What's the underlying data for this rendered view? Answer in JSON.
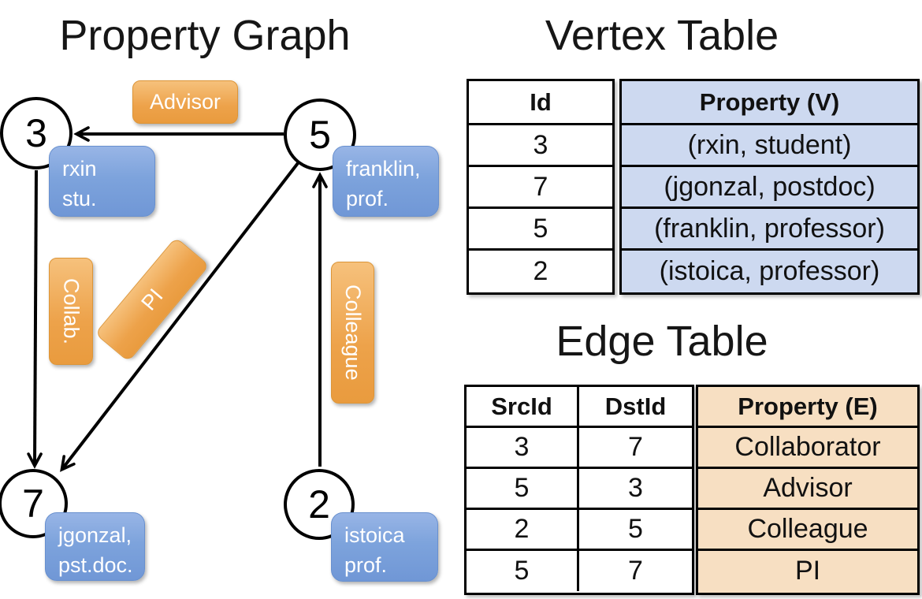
{
  "graph": {
    "title": "Property Graph",
    "nodes": [
      {
        "id": "3",
        "label_lines": [
          "rxin",
          "stu."
        ]
      },
      {
        "id": "5",
        "label_lines": [
          "franklin,",
          "prof."
        ]
      },
      {
        "id": "7",
        "label_lines": [
          "jgonzal,",
          "pst.doc."
        ]
      },
      {
        "id": "2",
        "label_lines": [
          "istoica",
          "prof."
        ]
      }
    ],
    "edges": [
      {
        "from": "5",
        "to": "3",
        "label": "Advisor"
      },
      {
        "from": "3",
        "to": "7",
        "label": "Collab."
      },
      {
        "from": "5",
        "to": "7",
        "label": "PI"
      },
      {
        "from": "2",
        "to": "5",
        "label": "Colleague"
      }
    ]
  },
  "vertex_table": {
    "title": "Vertex Table",
    "headers": {
      "id": "Id",
      "property": "Property (V)"
    },
    "rows": [
      {
        "id": "3",
        "property": "(rxin, student)"
      },
      {
        "id": "7",
        "property": "(jgonzal, postdoc)"
      },
      {
        "id": "5",
        "property": "(franklin, professor)"
      },
      {
        "id": "2",
        "property": "(istoica, professor)"
      }
    ]
  },
  "edge_table": {
    "title": "Edge Table",
    "headers": {
      "src": "SrcId",
      "dst": "DstId",
      "property": "Property (E)"
    },
    "rows": [
      {
        "src": "3",
        "dst": "7",
        "property": "Collaborator"
      },
      {
        "src": "5",
        "dst": "3",
        "property": "Advisor"
      },
      {
        "src": "2",
        "dst": "5",
        "property": "Colleague"
      },
      {
        "src": "5",
        "dst": "7",
        "property": "PI"
      }
    ]
  },
  "colors": {
    "edge_label_fill": "#EDA24A",
    "vertex_label_fill": "#7DA3DC",
    "vertex_table_fill": "#CDD9F0",
    "edge_table_fill": "#F7DFC2",
    "line_color": "#000000"
  }
}
